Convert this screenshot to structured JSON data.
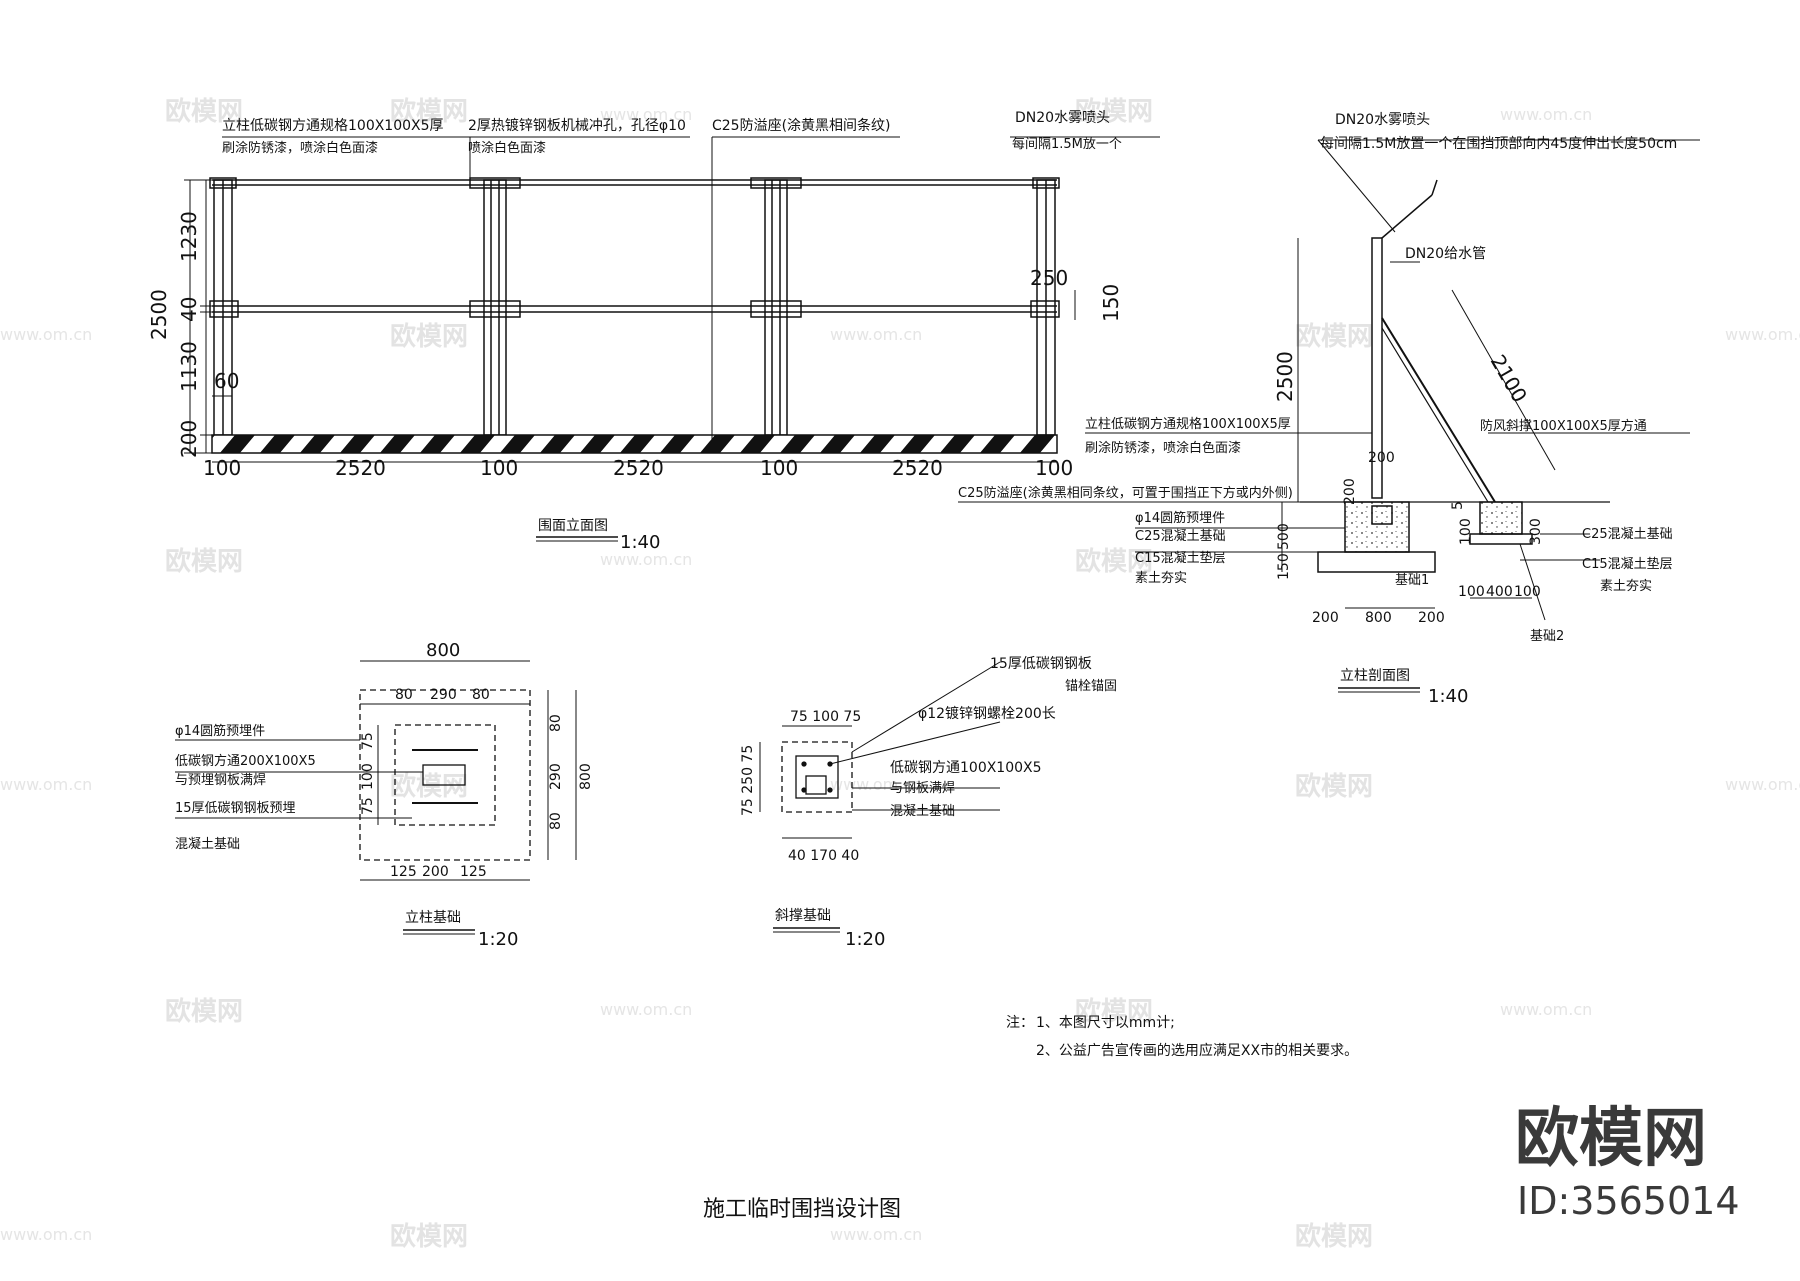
{
  "title": "施工临时围挡设计图",
  "watermark": {
    "brand": "欧模网",
    "site": "www.om.cn",
    "logo": "欧模网",
    "id": "ID:3565014"
  },
  "elevation": {
    "name": "围面立面图",
    "scale": "1:40",
    "labels": {
      "post_spec_1": "立柱低碳钢方通规格100X100X5厚",
      "post_spec_2": "刷涂防锈漆，喷涂白色面漆",
      "plate_1": "2厚热镀锌钢板机械冲孔，孔径φ10",
      "plate_2": "喷涂白色面漆",
      "base": "C25防溢座(涂黄黑相间条纹)",
      "nozzle_1": "DN20水雾喷头",
      "nozzle_2": "每间隔1.5M放一个"
    },
    "dims": {
      "h_total": "2500",
      "h_top": "1230",
      "h_mid": "40",
      "h_bot": "1130",
      "h_base": "200",
      "w60": "60",
      "w250": "250",
      "w150": "150",
      "post": "100",
      "span": "2520"
    }
  },
  "section": {
    "name": "立柱剖面图",
    "scale": "1:40",
    "labels": {
      "nozzle_1": "DN20水雾喷头",
      "nozzle_2": "每间隔1.5M放置一个在围挡顶部向内45度伸出长度50cm",
      "pipe": "DN20给水管",
      "brace": "防风斜撑100X100X5厚方通",
      "post_1": "立柱低碳钢方通规格100X100X5厚",
      "post_2": "刷涂防锈漆，喷涂白色面漆",
      "base": "C25防溢座(涂黄黑相同条纹，可置于围挡正下方或内外侧)",
      "rebar": "φ14圆筋预埋件",
      "c25": "C25混凝土基础",
      "c15": "C15混凝土垫层",
      "soil": "素土夯实",
      "c25r": "C25混凝土基础",
      "c15r": "C15混凝土垫层",
      "soilr": "素土夯实",
      "found1": "基础1",
      "found2": "基础2"
    },
    "dims": {
      "h": "2500",
      "brace": "2100",
      "d200": "200",
      "d200b": "200",
      "d500": "500",
      "d150": "150",
      "d5": "5",
      "d100r": "100",
      "d300": "300",
      "w200a": "200",
      "w800": "800",
      "w200b": "200",
      "w100": "100",
      "w400": "400",
      "w100b": "100"
    }
  },
  "post_foundation": {
    "name": "立柱基础",
    "scale": "1:20",
    "labels": {
      "rebar": "φ14圆筋预埋件",
      "tube_1": "低碳钢方通200X100X5",
      "tube_2": "与预埋钢板满焊",
      "plate": "15厚低碳钢钢板预埋",
      "concrete": "混凝土基础"
    },
    "dims": {
      "top": "800",
      "t80a": "80",
      "t290": "290",
      "t80b": "80",
      "right": "800",
      "r80a": "80",
      "r290": "290",
      "r80b": "80",
      "l75a": "75",
      "l100": "100",
      "l75b": "75",
      "b125a": "125",
      "b200": "200",
      "b125b": "125"
    }
  },
  "brace_foundation": {
    "name": "斜撑基础",
    "scale": "1:20",
    "labels": {
      "plate_1": "15厚低碳钢钢板",
      "plate_2": "锚栓锚固",
      "bolt": "φ12镀锌钢螺栓200长",
      "tube_1": "低碳钢方通100X100X5",
      "tube_2": "与钢板满焊",
      "concrete": "混凝土基础"
    },
    "dims": {
      "top": "75 100 75",
      "left": "75 250 75",
      "bottom": "40 170 40"
    }
  },
  "notes": {
    "heading": "注：",
    "n1": "1、本图尺寸以mm计;",
    "n2": "2、公益广告宣传画的选用应满足XX市的相关要求。"
  }
}
